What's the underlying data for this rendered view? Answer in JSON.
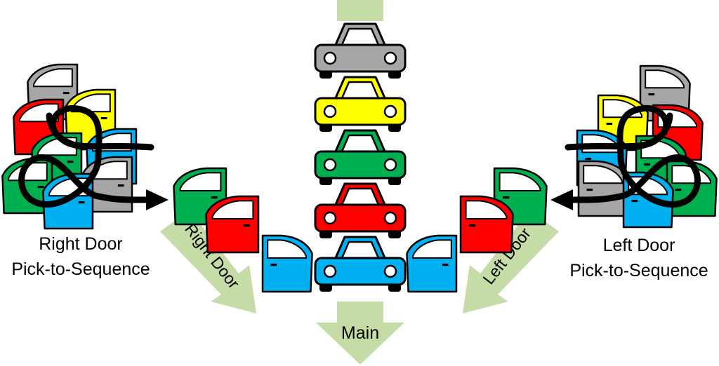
{
  "labels": {
    "right_pick_line1": "Right Door",
    "right_pick_line2": "Pick-to-Sequence",
    "left_pick_line1": "Left Door",
    "left_pick_line2": "Pick-to-Sequence",
    "right_flow": "Right Door",
    "left_flow": "Left Door",
    "main_flow": "Main"
  },
  "colors": {
    "gray": "#a6a6a6",
    "yellow": "#ffff00",
    "green": "#00b050",
    "red": "#ff0000",
    "blue": "#00b0f0",
    "flow_arrow": "#c5dca7",
    "outline": "#000000"
  },
  "car_stack": [
    "gray",
    "yellow",
    "green",
    "red",
    "blue"
  ],
  "right_pile_doors": [
    "gray",
    "yellow",
    "red",
    "green",
    "blue",
    "gray",
    "green",
    "blue"
  ],
  "left_pile_doors": [
    "gray",
    "yellow",
    "red",
    "blue",
    "green",
    "gray",
    "green",
    "blue"
  ],
  "right_sequence_doors": [
    "green",
    "red",
    "blue"
  ],
  "left_sequence_doors": [
    "green",
    "red",
    "blue"
  ]
}
